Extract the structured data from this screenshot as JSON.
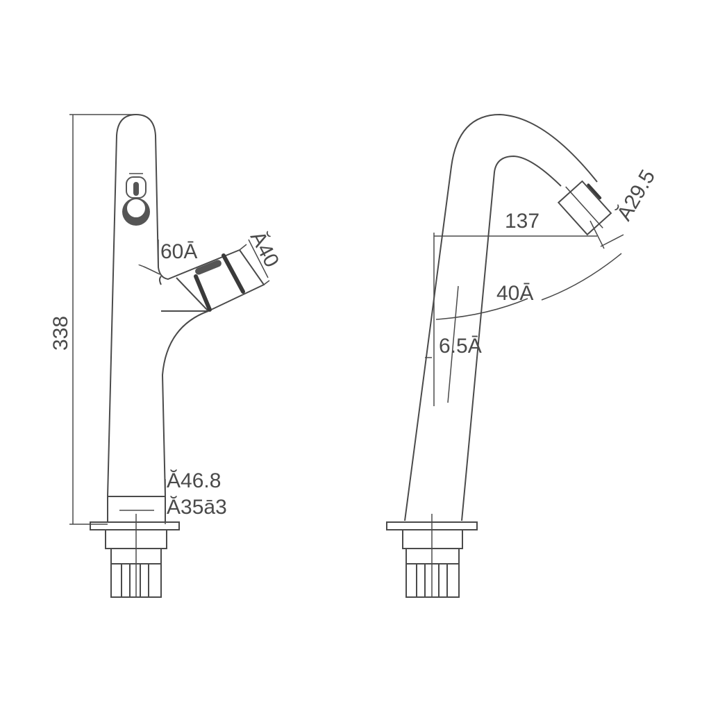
{
  "front_view": {
    "height_label": "338",
    "handle_angle_label": "60Ā",
    "handle_diameter_label": "Ă40",
    "base_diameter_label": "Ă46.8",
    "thread_label": "Ă35ā3"
  },
  "side_view": {
    "reach_label": "137",
    "aerator_diameter_label": "Ă29.5",
    "spout_angle_label": "40Ā",
    "tilt_angle_label": "6.5Ā"
  },
  "colors": {
    "line": "#4a4a4a",
    "background": "#ffffff"
  }
}
